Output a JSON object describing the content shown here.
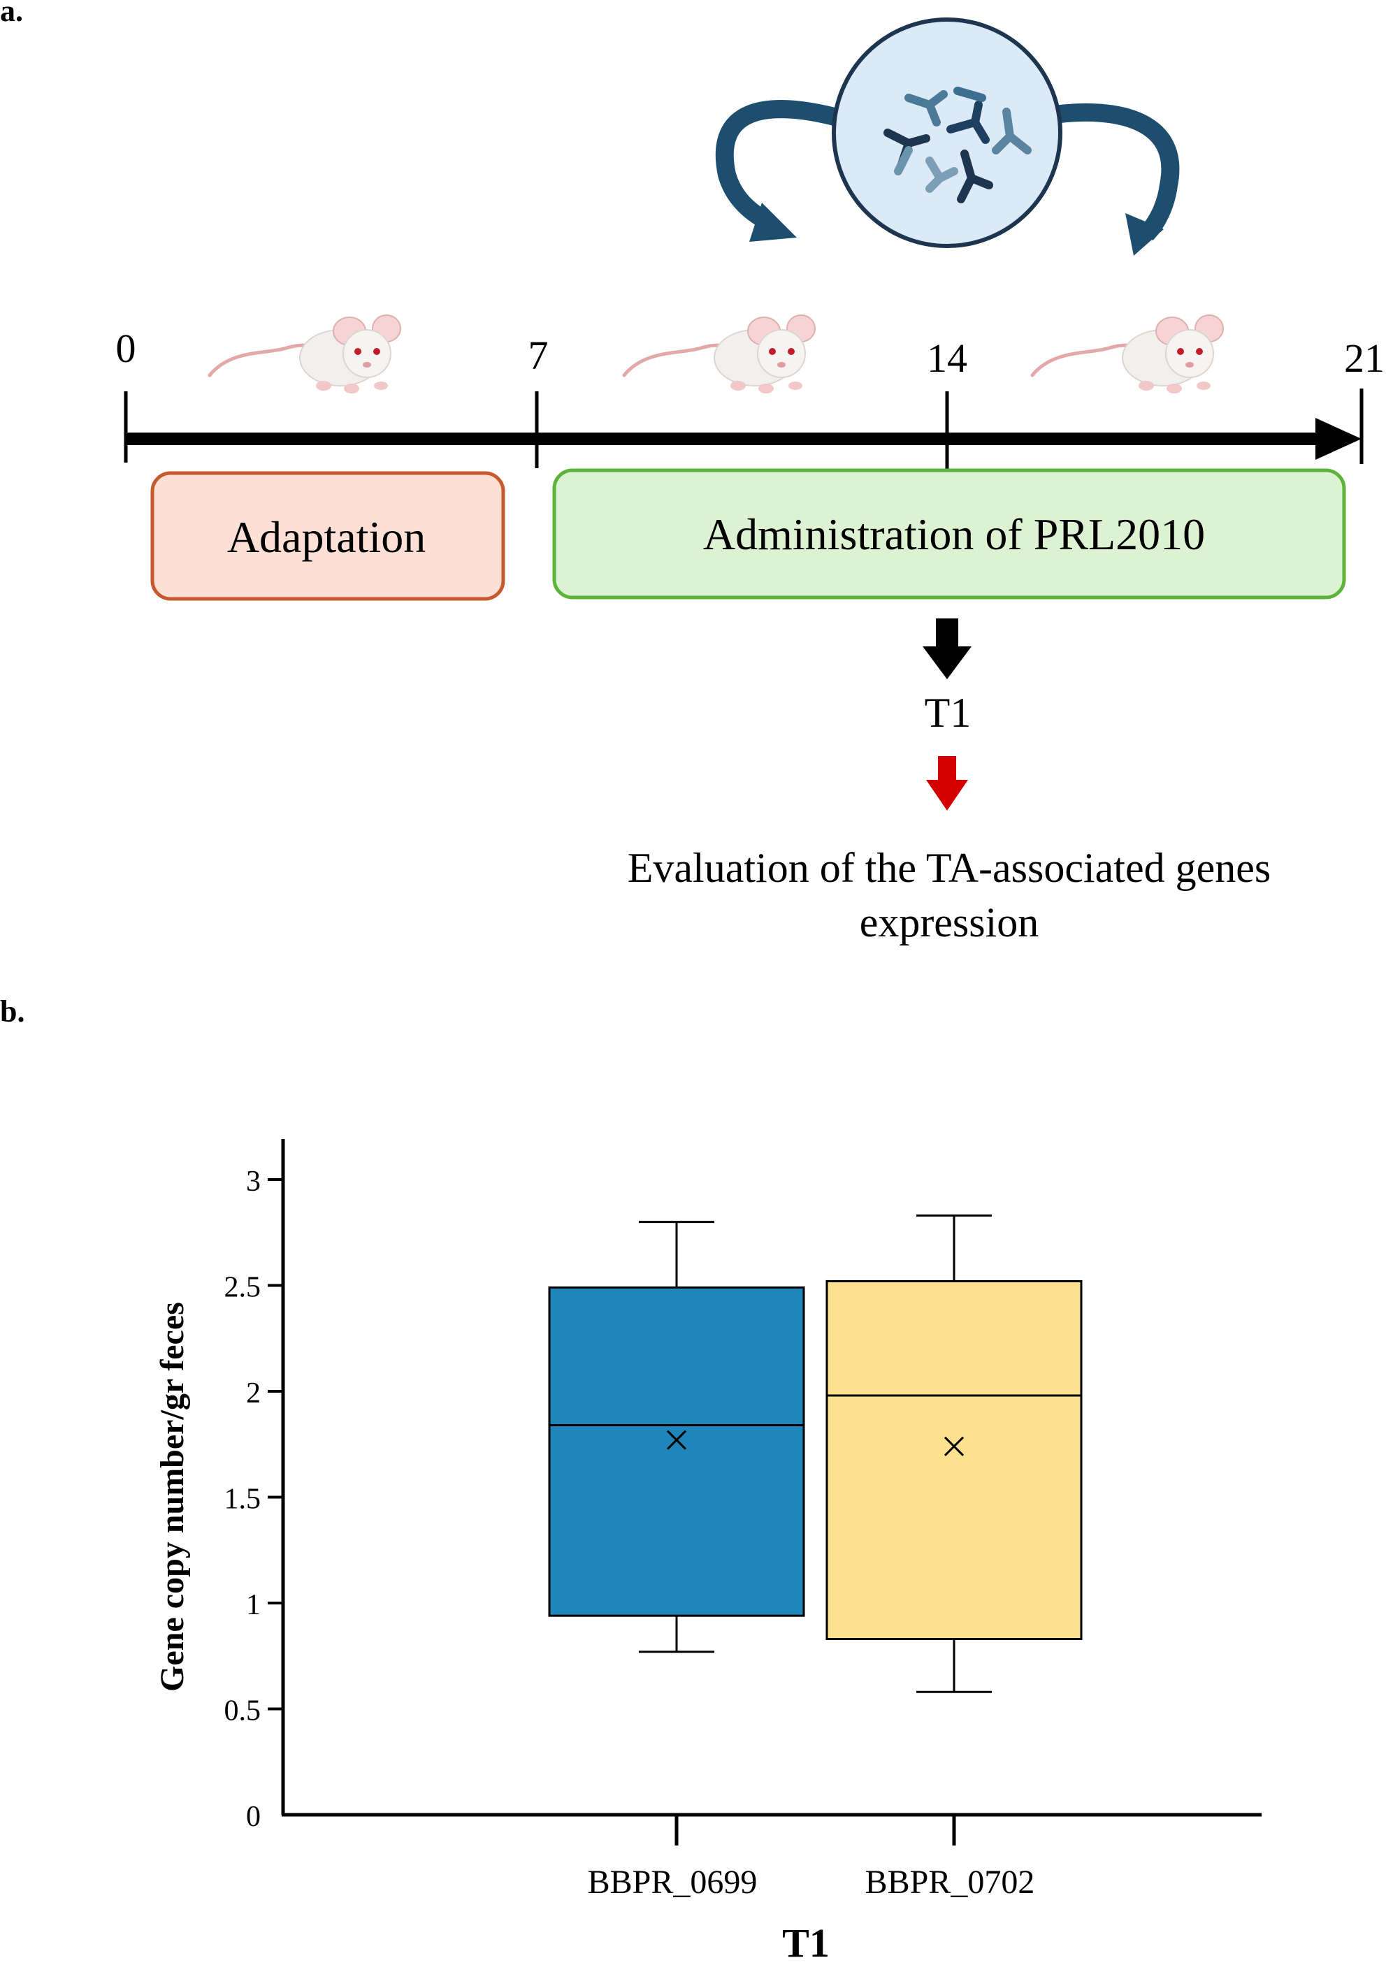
{
  "panel_a": {
    "label": "a.",
    "timeline": {
      "ticks": [
        "0",
        "7",
        "14",
        "21"
      ],
      "phases": [
        "Adaptation",
        "Administration of PRL2010"
      ],
      "timepoint": "T1",
      "outcome_line1": "Evaluation of the TA-associated genes",
      "outcome_line2": "expression"
    },
    "icons": [
      "mouse-icon",
      "bacteria-icon",
      "curved-arrow-icon"
    ],
    "colors": {
      "adaptation_fill": "#FCE0D5",
      "adaptation_border": "#C65A2E",
      "administration_fill": "#DCF2D2",
      "administration_border": "#5DB33B",
      "down_arrow_black": "#000000",
      "down_arrow_red": "#D40000",
      "curved_arrow": "#1E4E6E",
      "bacteria_circle": "#DCE9F6"
    }
  },
  "panel_b": {
    "label": "b."
  },
  "chart_data": {
    "type": "box",
    "xlabel": "T1",
    "ylabel": "Gene copy number/gr feces",
    "ylim": [
      0,
      3
    ],
    "yticks": [
      "0",
      "0.5",
      "1",
      "1.5",
      "2",
      "2.5",
      "3"
    ],
    "categories": [
      "BBPR_0699",
      "BBPR_0702"
    ],
    "series": [
      {
        "category": "BBPR_0699",
        "min": 0.77,
        "q1": 0.94,
        "median": 1.84,
        "mean": 1.77,
        "q3": 2.49,
        "max": 2.8,
        "color": "#1F86BA"
      },
      {
        "category": "BBPR_0702",
        "min": 0.58,
        "q1": 0.83,
        "median": 1.98,
        "mean": 1.74,
        "q3": 2.52,
        "max": 2.83,
        "color": "#FDE18F"
      }
    ],
    "grid": false,
    "legend": "none"
  }
}
